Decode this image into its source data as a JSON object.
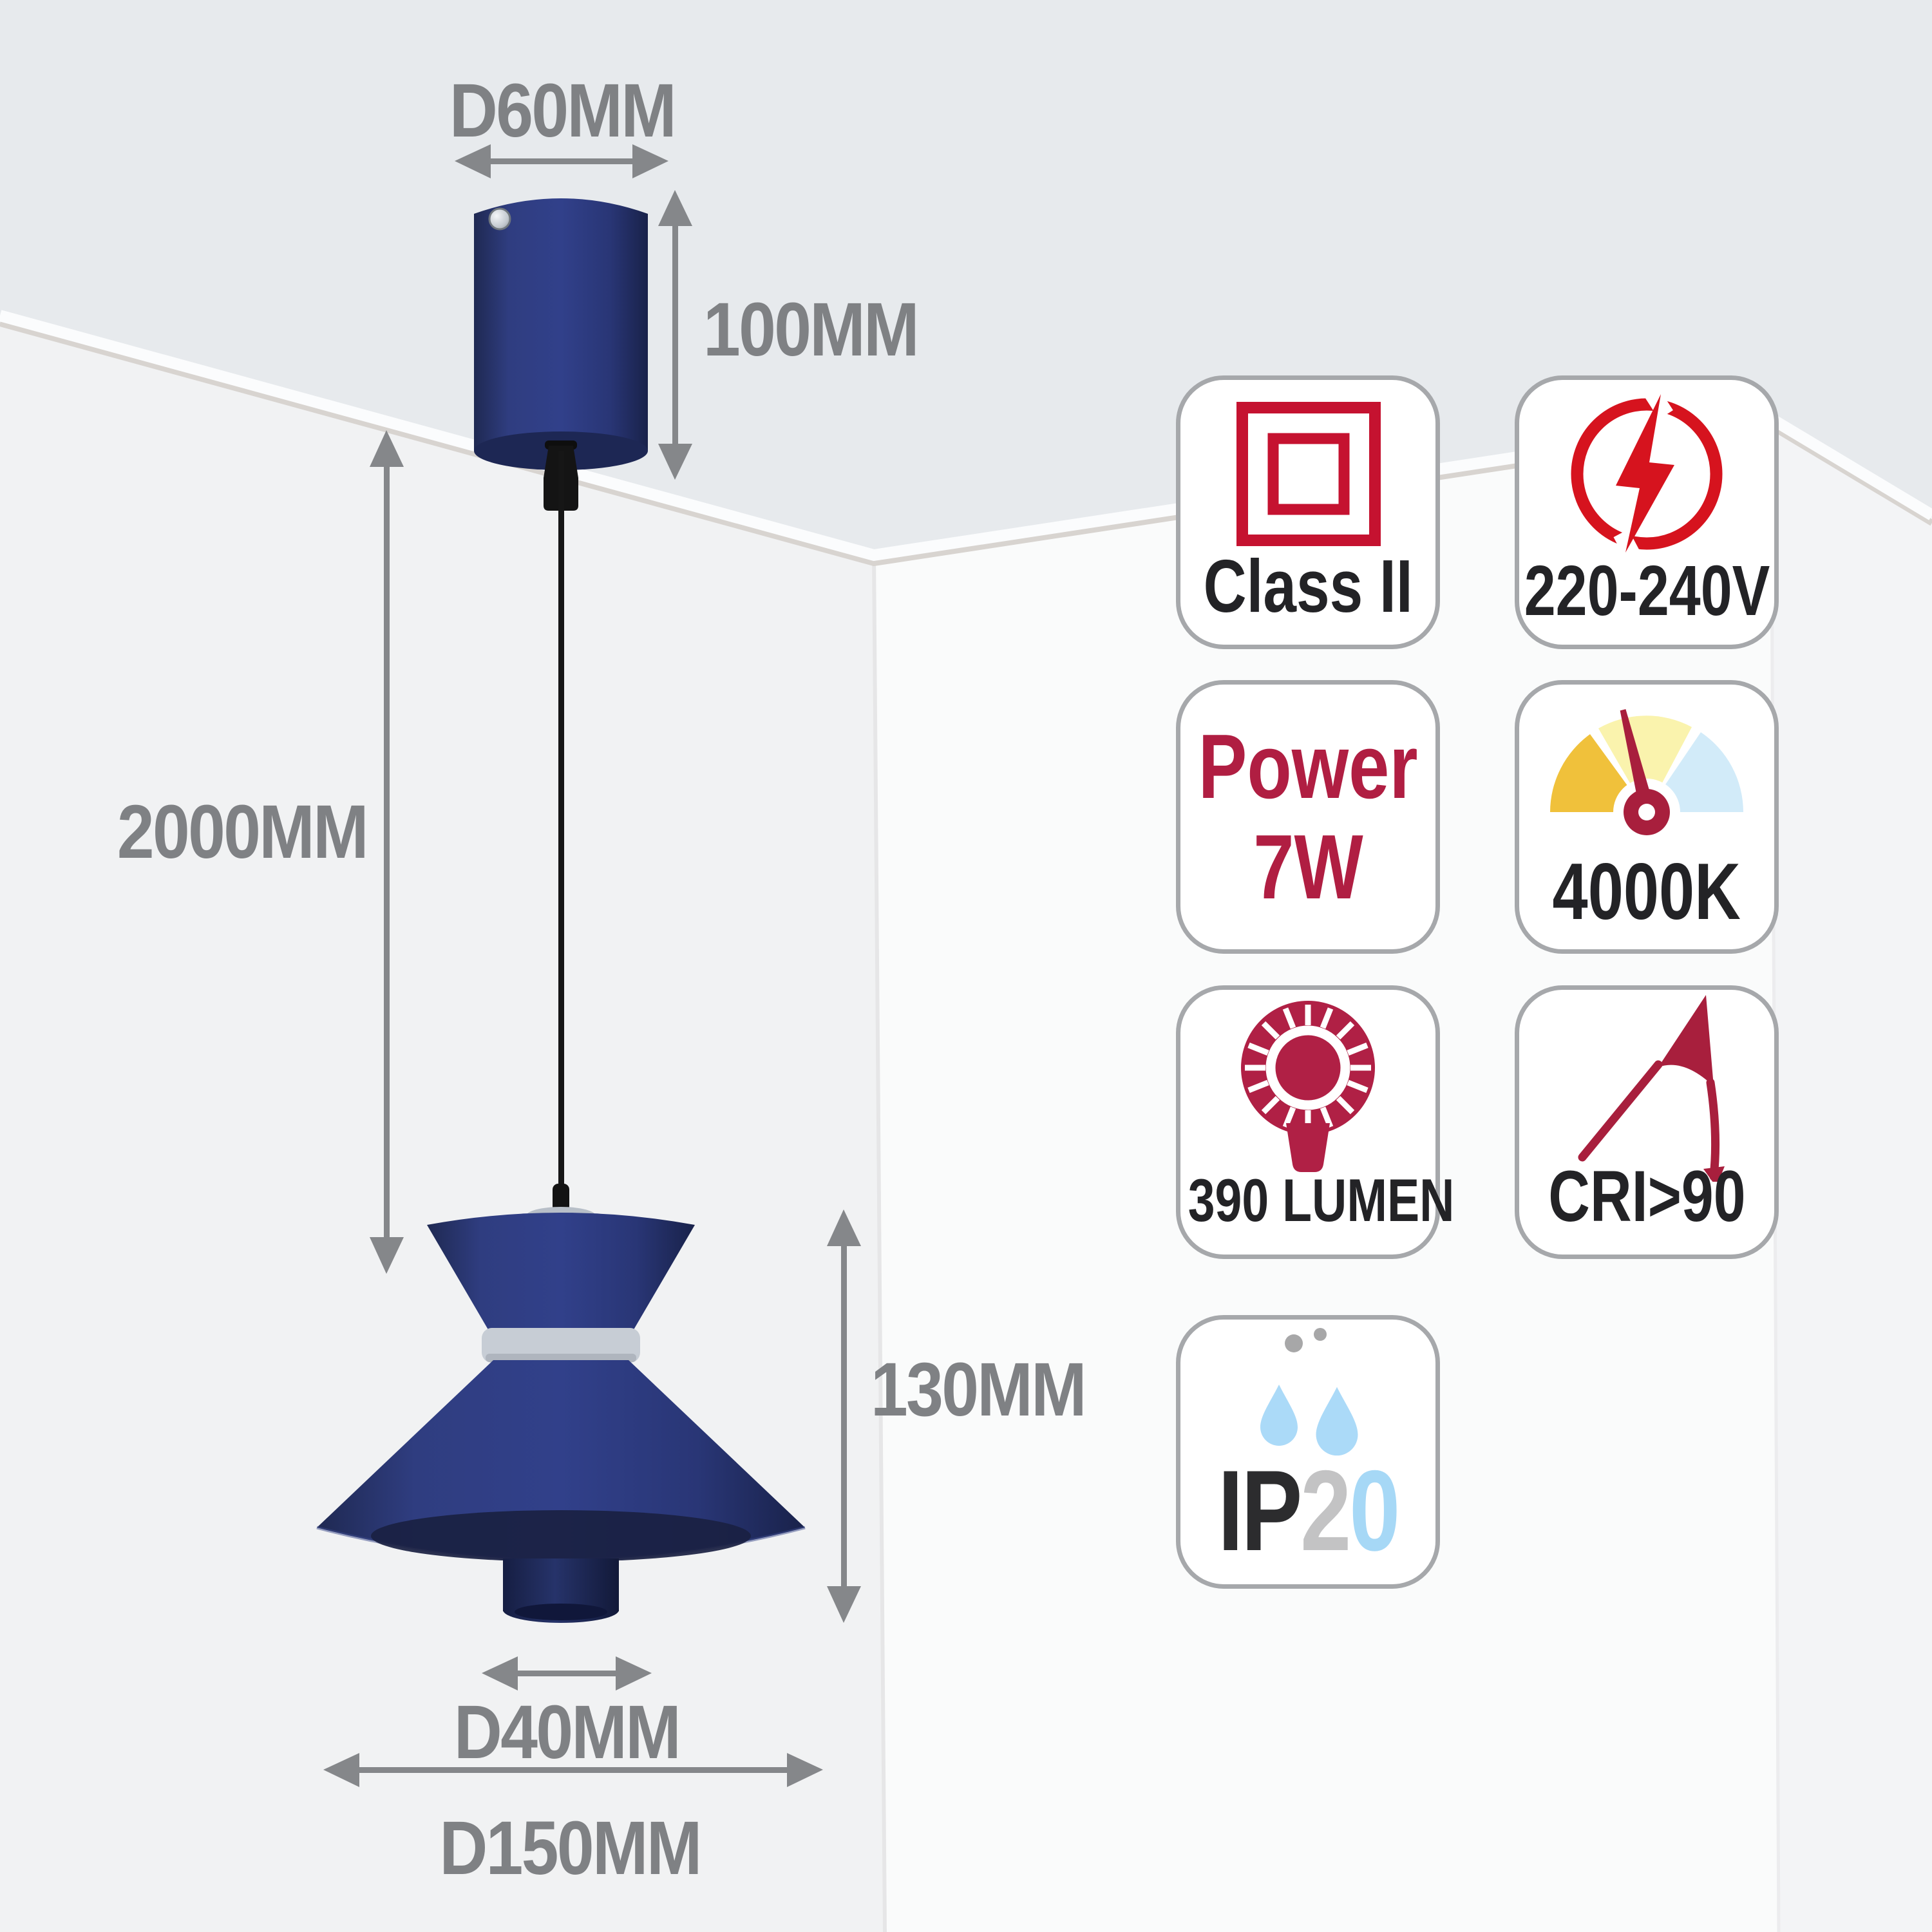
{
  "diagram": {
    "dim_canopy_diameter": "D60MM",
    "dim_canopy_height": "100MM",
    "dim_cable_length": "2000MM",
    "dim_shade_height": "130MM",
    "dim_bottom_diameter": "D40MM",
    "dim_shade_diameter": "D150MM"
  },
  "badges": {
    "insulation": {
      "label": "Class II"
    },
    "voltage": {
      "label": "220-240V"
    },
    "power": {
      "line1": "Power",
      "line2": "7W"
    },
    "color_temp": {
      "label": "4000K"
    },
    "luminous_flux": {
      "label": "390 LUMEN"
    },
    "cri": {
      "label": "CRI>90"
    },
    "ip_rating": {
      "prefix": "IP",
      "digit1": "2",
      "digit2": "0"
    }
  },
  "colors": {
    "lamp_navy": "#2e3c7c",
    "badge_red": "#d6131e",
    "badge_crimson": "#b02045",
    "gauge_amber": "#f0c13b",
    "gauge_pale_yellow": "#faf3ad",
    "gauge_pale_blue": "#d2ebf9",
    "drop_blue": "#abdaf8",
    "dimension_gray": "#7f8184",
    "ceiling_gray": "#e7eaed"
  }
}
